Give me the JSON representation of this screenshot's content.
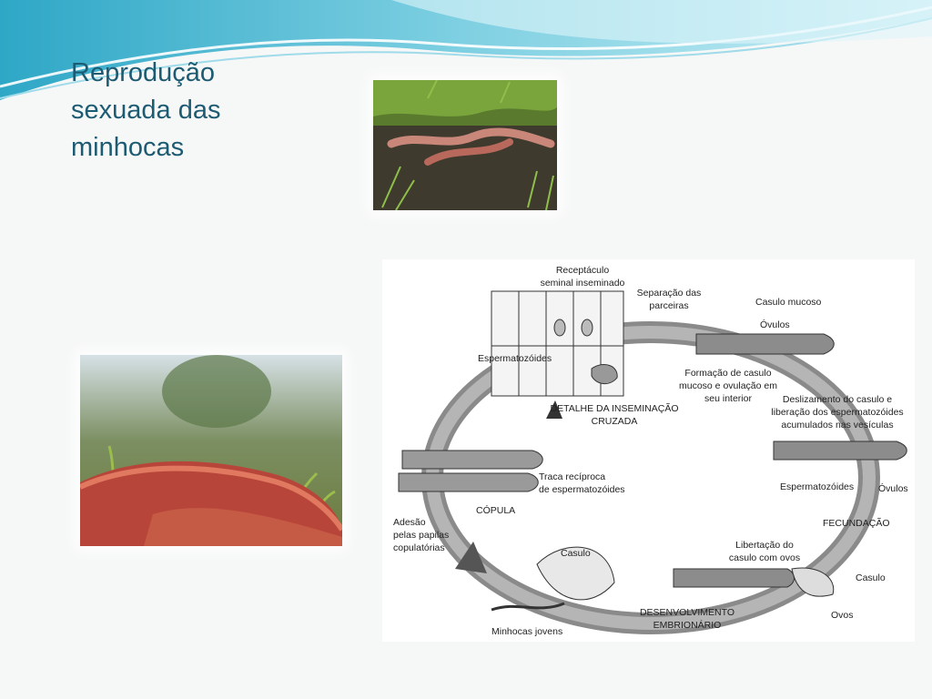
{
  "slide": {
    "title_lines": [
      "Reprodução",
      "sexuada das",
      "minhocas"
    ]
  },
  "images": {
    "top_photo": "earthworms-mating-on-soil",
    "left_photo": "earthworm-closeup-in-grass"
  },
  "diagram": {
    "receptaculo": [
      "Receptáculo",
      "seminal inseminado"
    ],
    "separacao": [
      "Separação das",
      "parceiras"
    ],
    "espermatozoides_top": "Espermatozóides",
    "detalhe": [
      "DETALHE DA INSEMINAÇÃO",
      "CRUZADA"
    ],
    "casulo_mucoso": "Casulo mucoso",
    "ovulos_top": "Óvulos",
    "formacao": [
      "Formação de casulo",
      "mucoso e ovulação em",
      "seu interior"
    ],
    "deslizamento": [
      "Deslizamento do casulo e",
      "liberação dos espermatozóides",
      "acumulados nas vesículas"
    ],
    "espermatozoides_right": "Espermatozóides",
    "ovulos_right": "Óvulos",
    "fecundacao": "FECUNDAÇÃO",
    "libertacao": [
      "Libertação do",
      "casulo com ovos"
    ],
    "casulo_right": "Casulo",
    "ovos": "Ovos",
    "desenvolvimento": [
      "DESENVOLVIMENTO",
      "EMBRIONÁRIO"
    ],
    "casulo_bottom": "Casulo",
    "minhocas_jovens": "Minhocas jovens",
    "traca": [
      "Traca recíproca",
      "de espermatozóides"
    ],
    "copula": "CÓPULA",
    "adesao": [
      "Adesão",
      "pelas papilas",
      "copulatórias"
    ]
  },
  "colors": {
    "title": "#1d5b73",
    "wave_light": "#bfe6ef",
    "wave_dark": "#4cb3cf",
    "cycle_arrow": "#8a8a8a"
  }
}
